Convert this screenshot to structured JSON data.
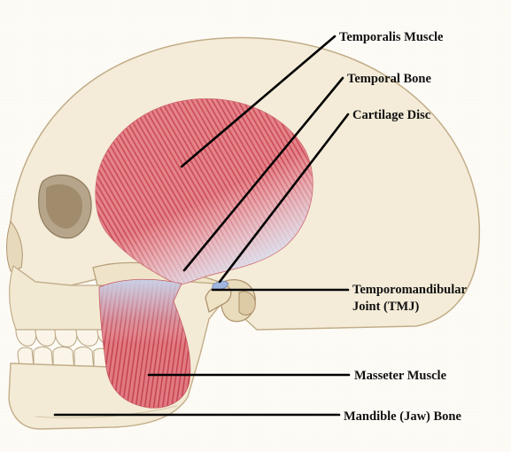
{
  "labels": {
    "temporalis_muscle": "Temporalis Muscle",
    "temporal_bone": "Temporal Bone",
    "cartilage_disc": "Cartilage Disc",
    "tmj_line1": "Temporomandibular",
    "tmj_line2": "Joint (TMJ)",
    "masseter_muscle": "Masseter Muscle",
    "mandible_bone": "Mandible (Jaw) Bone"
  },
  "colors": {
    "background": "#fdfbf6",
    "bone_fill": "#f3ebd7",
    "bone_outline": "#c4b08d",
    "muscle_red": "#d9626b",
    "muscle_blue": "#bfd0e8",
    "leader_line": "#000000"
  }
}
